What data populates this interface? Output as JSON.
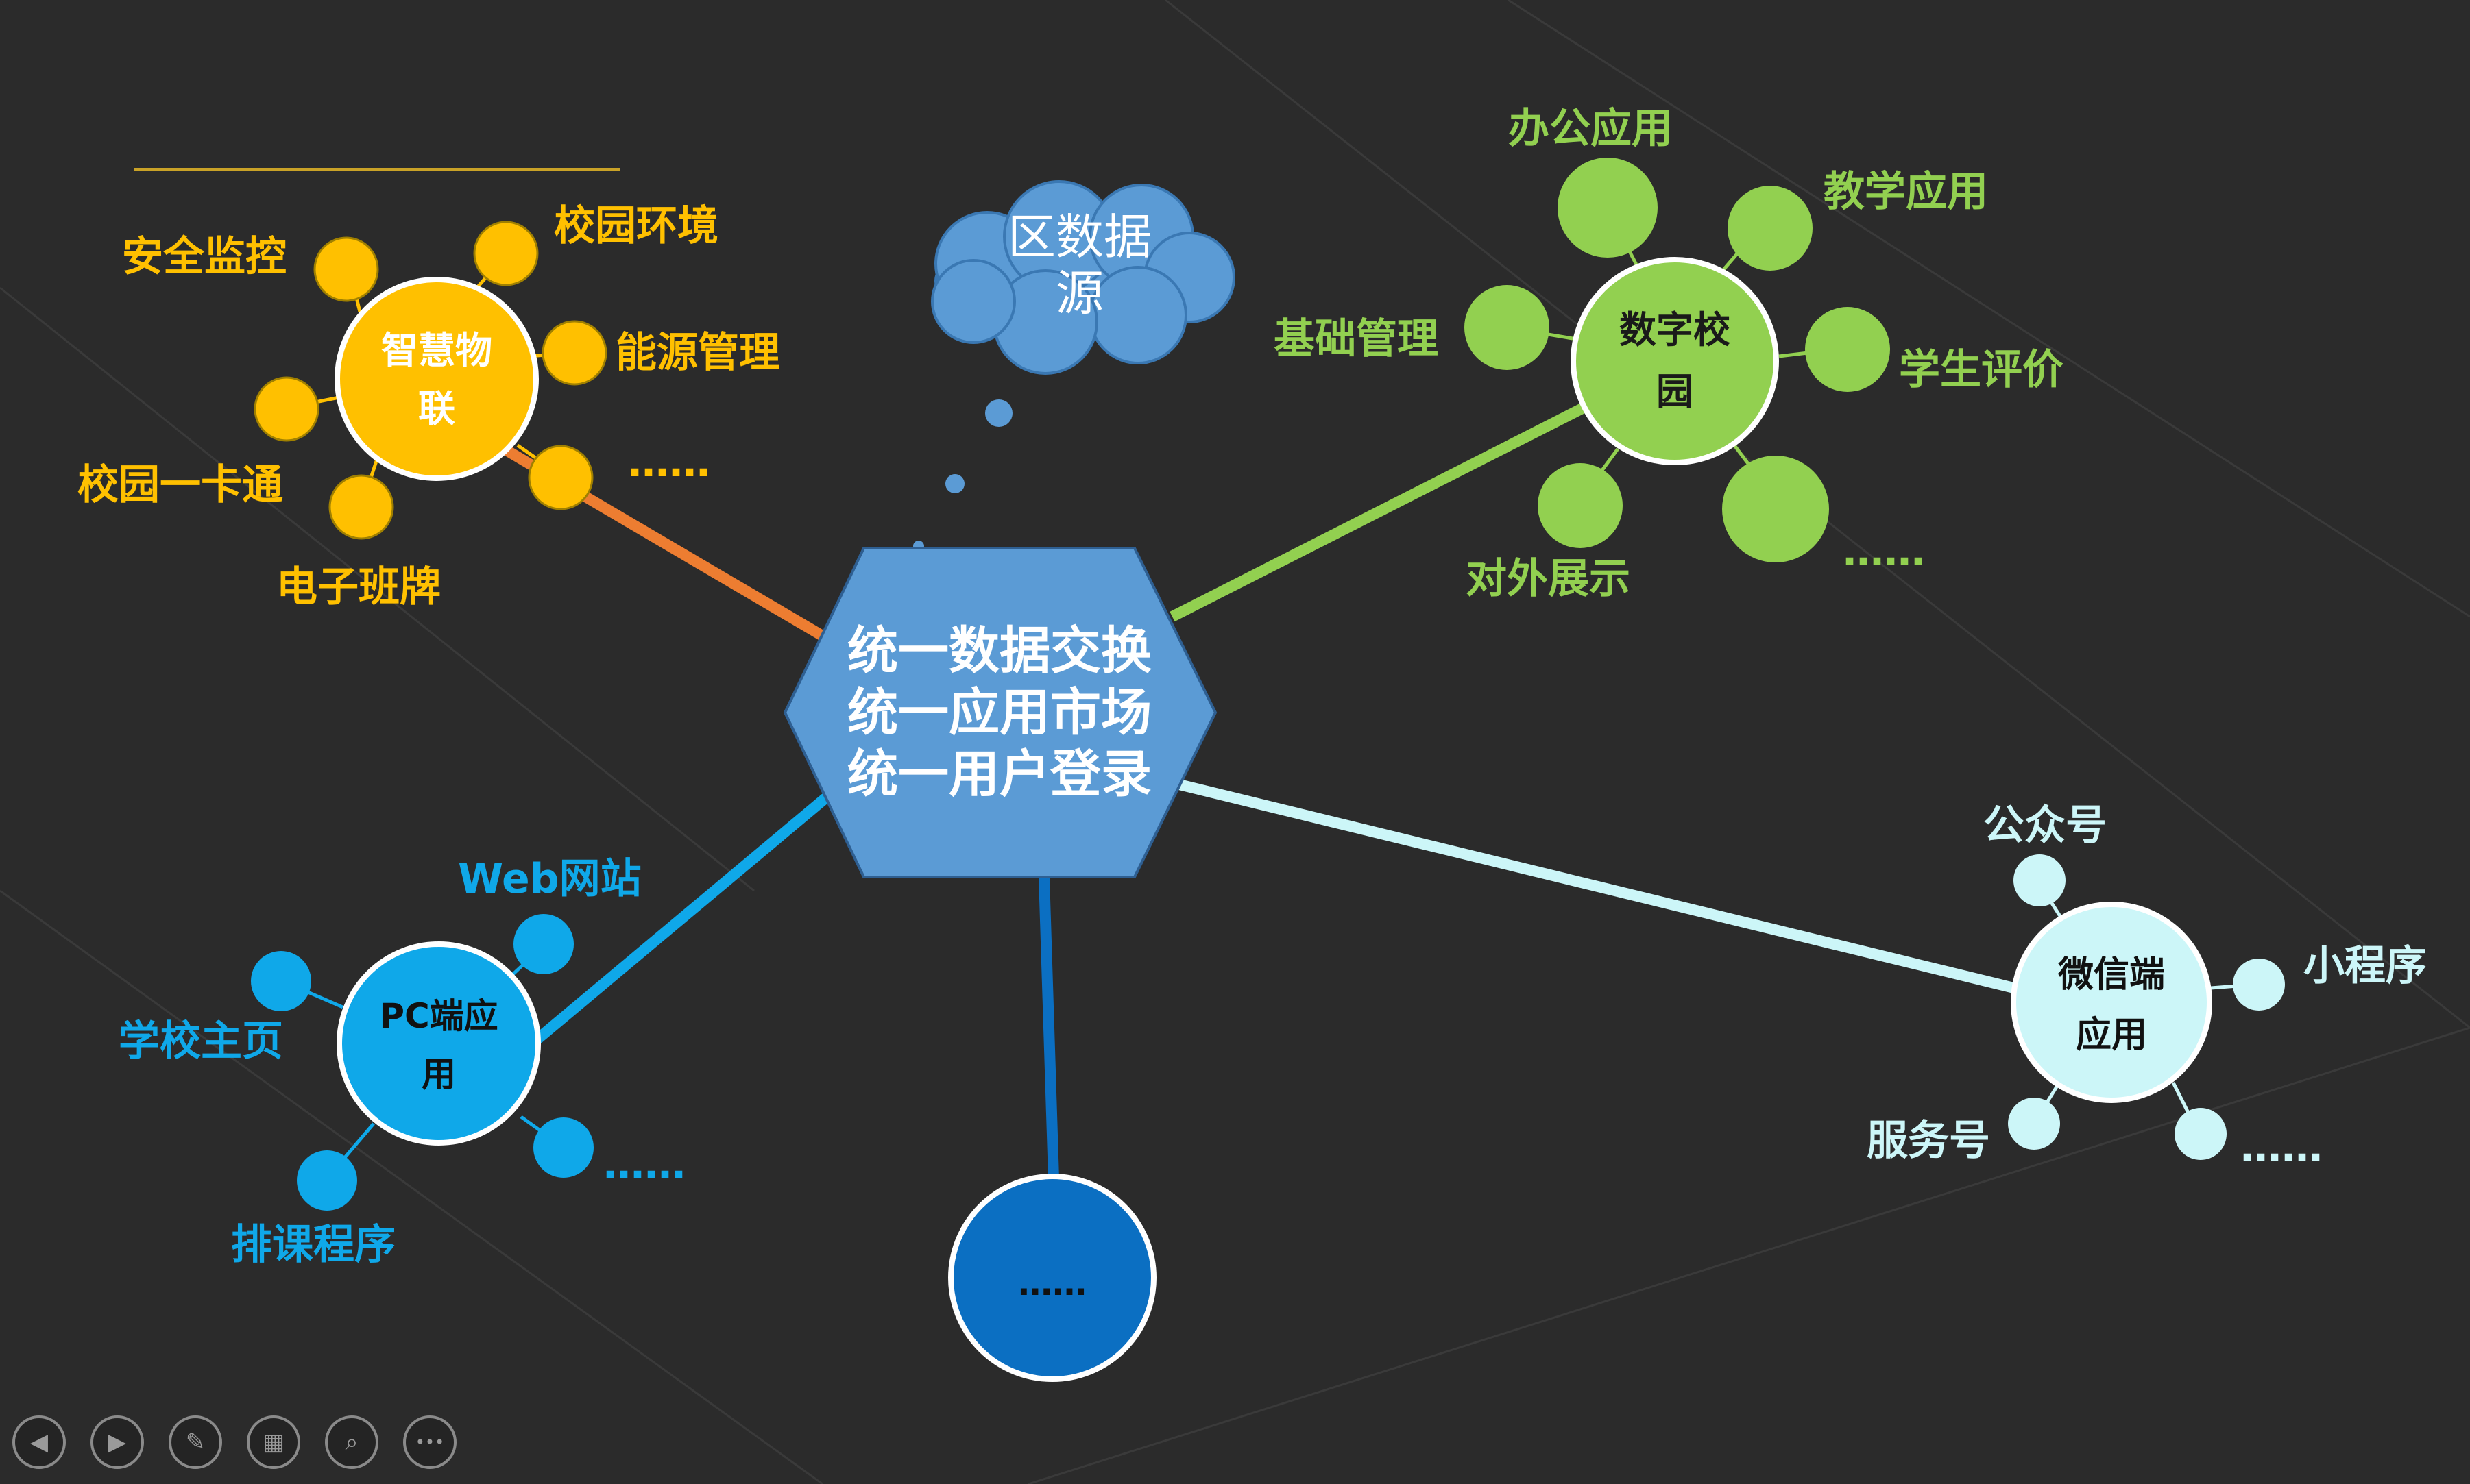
{
  "center": {
    "lines": [
      "统一数据交换",
      "统一应用市场",
      "统一用户登录"
    ],
    "color": "#5b9bd5"
  },
  "cloud": {
    "line1": "区数据",
    "line2": "源",
    "color": "#5b9bd5"
  },
  "groups": {
    "iot": {
      "hub": [
        "智慧物",
        "联"
      ],
      "color": "#ffc000",
      "line_color": "#ed7d31",
      "labels": [
        "安全监控",
        "校园环境",
        "能源管理",
        "……",
        "校园一卡通",
        "电子班牌"
      ]
    },
    "campus": {
      "hub": [
        "数字校",
        "园"
      ],
      "color": "#92d050",
      "labels": [
        "办公应用",
        "教学应用",
        "基础管理",
        "学生评价",
        "对外展示",
        "……"
      ]
    },
    "pc": {
      "hub": [
        "PC端应",
        "用"
      ],
      "color": "#0fa8e9",
      "labels": [
        "Web网站",
        "学校主页",
        "排课程序",
        "……"
      ]
    },
    "wechat": {
      "hub": [
        "微信端",
        "应用"
      ],
      "color": "#ccf6f8",
      "labels": [
        "公众号",
        "小程序",
        "服务号",
        "……"
      ]
    },
    "more": {
      "label": "……",
      "color": "#0b6fc2"
    }
  },
  "toolbar": {
    "icons": [
      "prev-icon",
      "next-icon",
      "pen-icon",
      "slides-icon",
      "zoom-icon",
      "more-options-icon"
    ],
    "glyphs": [
      "◀",
      "▶",
      "✎",
      "▦",
      "⌕",
      "•••"
    ]
  }
}
